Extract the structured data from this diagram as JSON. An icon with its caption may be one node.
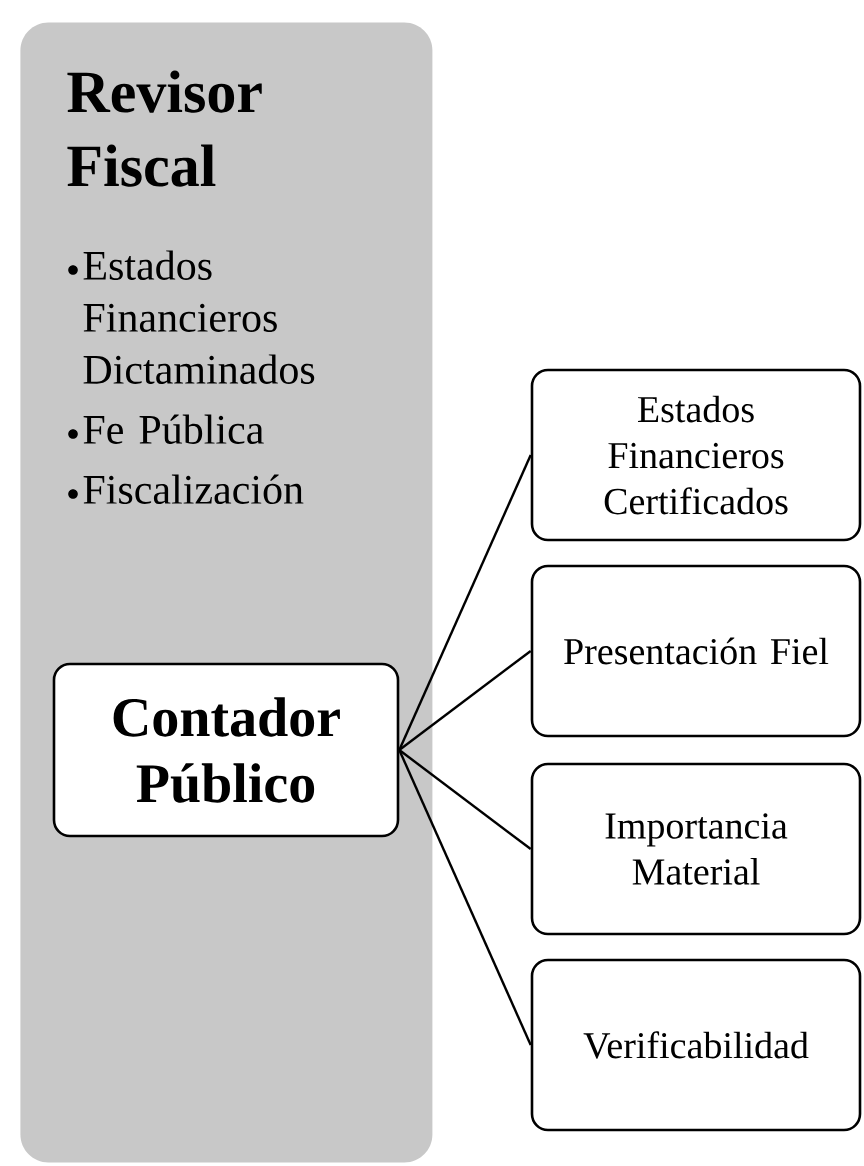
{
  "diagram": {
    "nodes": [
      {
        "text": [
          "Revisor Fiscal",
          "Estados Financieros Dictaminados",
          "Fe Pública",
          "Fiscalización"
        ]
      },
      {
        "text": [
          "Contador Público"
        ],
        "in": 0
      },
      {
        "text": [
          "Estados Financieros Certificados"
        ]
      },
      {
        "text": [
          "Presentación Fiel"
        ]
      },
      {
        "text": [
          "Importancia Material"
        ]
      },
      {
        "text": [
          "Verificabilidad"
        ]
      }
    ],
    "edges": [
      {
        "from": 1,
        "to": 2,
        "arrow": "none"
      },
      {
        "from": 1,
        "to": 3,
        "arrow": "none"
      },
      {
        "from": 1,
        "to": 4,
        "arrow": "none"
      },
      {
        "from": 1,
        "to": 5,
        "arrow": "none"
      }
    ]
  }
}
